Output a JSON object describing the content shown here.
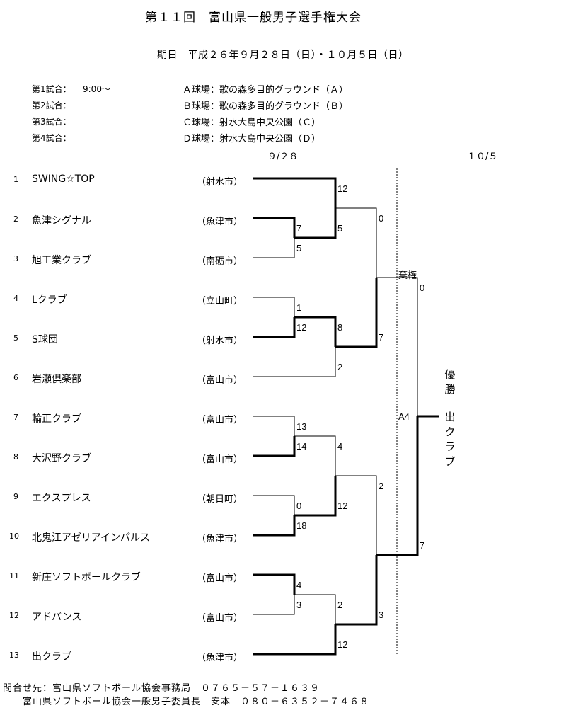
{
  "title": "第１１回　富山県一般男子選手権大会",
  "period": "期日　平成２６年９月２８日（日）・１０月５日（日）",
  "games": [
    {
      "label": "第1試合：",
      "time": "9:00～"
    },
    {
      "label": "第2試合：",
      "time": ""
    },
    {
      "label": "第3試合：",
      "time": ""
    },
    {
      "label": "第4試合：",
      "time": ""
    }
  ],
  "venues": [
    "Ａ球場：歌の森多目的グラウンド（Ａ）",
    "Ｂ球場：歌の森多目的グラウンド（Ｂ）",
    "Ｃ球場：射水大島中央公園（Ｃ）",
    "Ｄ球場：射水大島中央公園（Ｄ）"
  ],
  "dates": {
    "day1": "９/２８",
    "day2": "１０/５"
  },
  "teams": [
    {
      "no": "1",
      "name": "SWING☆TOP",
      "city": "（射水市）"
    },
    {
      "no": "2",
      "name": "魚津シグナル",
      "city": "（魚津市）"
    },
    {
      "no": "3",
      "name": "旭工業クラブ",
      "city": "（南砺市）"
    },
    {
      "no": "4",
      "name": "Lクラブ",
      "city": "（立山町）"
    },
    {
      "no": "5",
      "name": "S球団",
      "city": "（射水市）"
    },
    {
      "no": "6",
      "name": "岩瀬倶楽部",
      "city": "（富山市）"
    },
    {
      "no": "7",
      "name": "輪正クラブ",
      "city": "（富山市）"
    },
    {
      "no": "8",
      "name": "大沢野クラブ",
      "city": "（富山市）"
    },
    {
      "no": "9",
      "name": "エクスプレス",
      "city": "（朝日町）"
    },
    {
      "no": "10",
      "name": "北鬼江アゼリアインパルス",
      "city": "（魚津市）"
    },
    {
      "no": "11",
      "name": "新庄ソフトボールクラブ",
      "city": "（富山市）"
    },
    {
      "no": "12",
      "name": "アドバンス",
      "city": "（富山市）"
    },
    {
      "no": "13",
      "name": "出クラブ",
      "city": "（魚津市）"
    }
  ],
  "scores": {
    "r1_t2": "7",
    "r1_t3": "5",
    "r1_t4": "1",
    "r1_t5": "12",
    "r1_t7": "13",
    "r1_t8": "14",
    "r1_t9": "0",
    "r1_t10": "18",
    "r1_t11": "4",
    "r1_t12": "3",
    "r2_a_top": "12",
    "r2_a_bot": "5",
    "r2_b_top": "8",
    "r2_b_bot": "2",
    "r2_c_top": "4",
    "r2_c_bot": "12",
    "r2_d_top": "2",
    "r2_d_bot": "12",
    "sf1_top": "0",
    "sf1_bot": "7",
    "sf2_top": "2",
    "sf2_bot": "3",
    "final_top": "0",
    "final_bot": "7"
  },
  "forfeit": "棄権",
  "field_code": "A4",
  "champion_label": "優勝",
  "champion": "出クラブ",
  "footer": {
    "line1": "問合せ先：富山県ソフトボール協会事務局　０７６５－５７－１６３９",
    "line2": "富山県ソフトボール協会一般男子委員長　安本　０８０－６３５２－７４６８"
  }
}
